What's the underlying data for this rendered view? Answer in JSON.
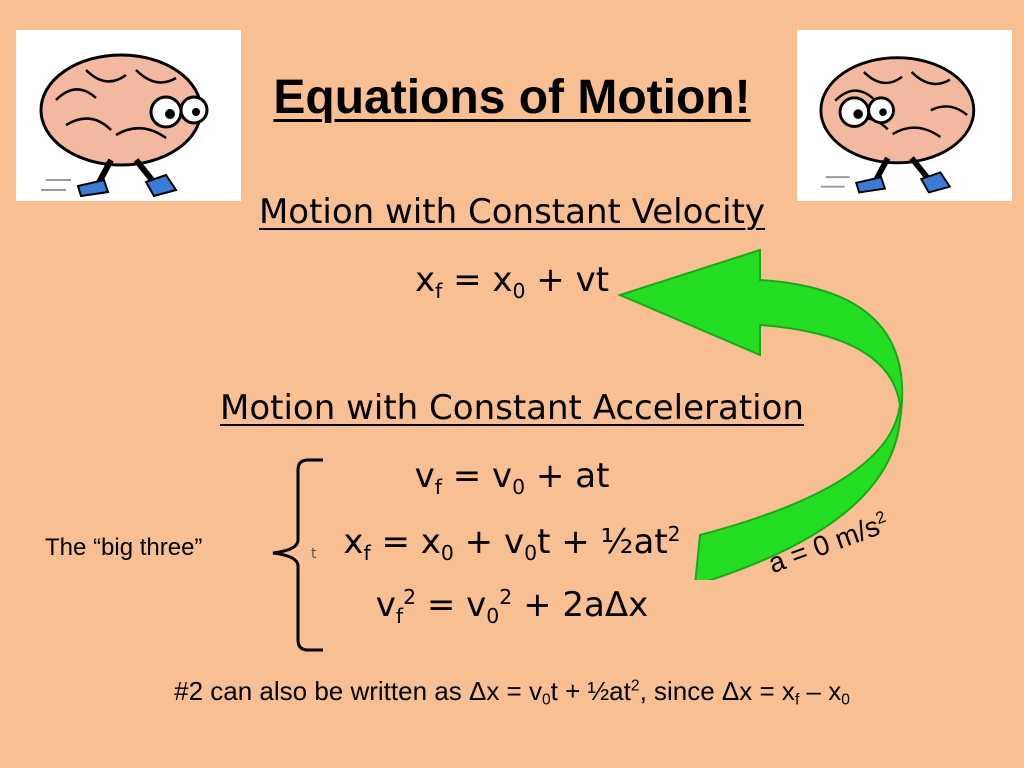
{
  "title": "Equations of Motion!",
  "section_velocity": {
    "heading": "Motion with Constant Velocity",
    "equation": {
      "lhs_var": "x",
      "lhs_sub": "f",
      "eq": " = ",
      "x_var": "x",
      "x_sub": "0",
      "rest": " + vt"
    }
  },
  "section_acceleration": {
    "heading": "Motion with Constant Acceleration",
    "eq1": {
      "a": "v",
      "a_sub": "f",
      "b": " = v",
      "b_sub": "0",
      "c": " + at"
    },
    "eq2": {
      "a": "x",
      "a_sub": "f",
      "b": " = x",
      "b_sub": "0",
      "c": " + v",
      "c_sub": "0",
      "d": "t + ½at",
      "d_sup": "2"
    },
    "eq3": {
      "a": "v",
      "a_sub": "f",
      "a_sup": "2",
      "b": " = v",
      "b_sub": "0",
      "b_sup": "2",
      "c": " + 2aΔx"
    }
  },
  "big_three_label": "The “big three”",
  "t_mark": "t",
  "accel_note": {
    "text": "a = 0 m/s",
    "sup": "2"
  },
  "footnote": {
    "p1": "#2 can also be written as Δx = v",
    "sub1": "0",
    "p2": "t + ½at",
    "sup1": "2",
    "p3": ",  since Δx = x",
    "sub2": "f",
    "p4": " – x",
    "sub3": "0"
  },
  "colors": {
    "background": "#f8bf92",
    "arrow_green": "#22dd22",
    "brain_pink": "#f2b8a0",
    "shoe_blue": "#3a7bd5"
  },
  "icons": [
    "running-brain-icon",
    "curved-arrow-icon",
    "curly-brace-icon"
  ]
}
